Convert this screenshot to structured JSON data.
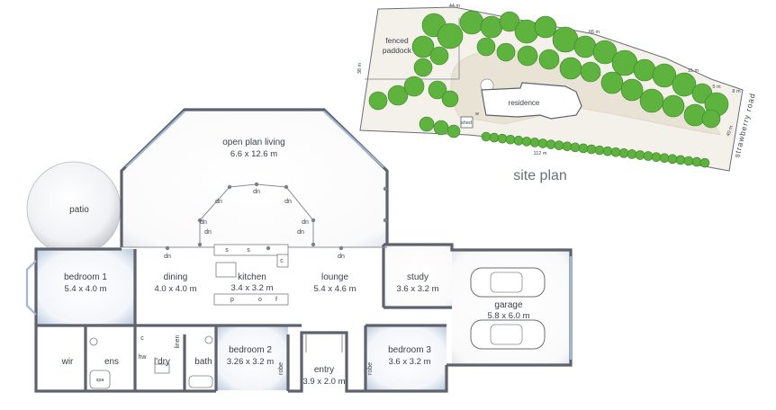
{
  "rooms": {
    "open_plan_living": {
      "name": "open plan living",
      "dims": "6.6 x 12.6 m"
    },
    "patio": {
      "name": "patio"
    },
    "bedroom1": {
      "name": "bedroom 1",
      "dims": "5.4 x 4.0 m"
    },
    "dining": {
      "name": "dining",
      "dims": "4.0 x 4.0 m"
    },
    "kitchen": {
      "name": "kitchen",
      "dims": "3.4 x 3.2 m"
    },
    "lounge": {
      "name": "lounge",
      "dims": "5.4 x 4.6 m"
    },
    "study": {
      "name": "study",
      "dims": "3.6 x 3.2 m"
    },
    "garage": {
      "name": "garage",
      "dims": "5.8 x 6.0 m"
    },
    "bedroom2": {
      "name": "bedroom 2",
      "dims": "3.26 x 3.2 m"
    },
    "bedroom3": {
      "name": "bedroom 3",
      "dims": "3.6 x 3.2 m"
    },
    "entry": {
      "name": "entry",
      "dims": "3.9 x 2.0 m"
    },
    "wir": {
      "name": "wir"
    },
    "ens": {
      "name": "ens"
    },
    "ldry": {
      "name": "l'dry"
    },
    "bath": {
      "name": "bath"
    }
  },
  "fixtures": {
    "dn": "dn",
    "s": "s",
    "c": "c",
    "p": "p",
    "o": "o",
    "f": "f",
    "hw": "hw",
    "linen": "linen",
    "robe": "robe",
    "spa": "spa"
  },
  "site_plan": {
    "title": "site plan",
    "fenced_paddock": [
      "fenced",
      "paddock"
    ],
    "residence": "residence",
    "shed": "shed",
    "w": "w",
    "road": "strawberry road",
    "dims": {
      "top_left": "44 m",
      "top_right": "66 m",
      "right_a": "15 m",
      "right_b": "5 m",
      "right_c": "8 m",
      "left": "38 m",
      "bottom": "112 m",
      "road_side": "40 m"
    }
  },
  "colors": {
    "wall": "#5d626c",
    "tree": "#5db33d",
    "driveway": "#e9e3d6",
    "site_ground": "#f4f1ea",
    "bedroom_shade": "#b9c9dc"
  }
}
